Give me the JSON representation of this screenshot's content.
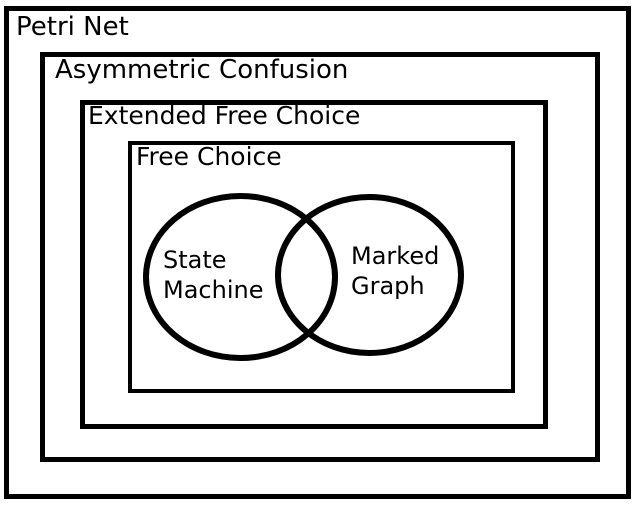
{
  "diagram": {
    "description": "Nested class hierarchy of Petri net subclasses",
    "colors": {
      "stroke": "#000000",
      "background": "#ffffff"
    },
    "nested_sets": [
      {
        "id": "petri-net",
        "label": "Petri Net"
      },
      {
        "id": "asymmetric-confusion",
        "label": "Asymmetric Confusion"
      },
      {
        "id": "extended-free-choice",
        "label": "Extended Free Choice"
      },
      {
        "id": "free-choice",
        "label": "Free Choice"
      }
    ],
    "overlapping_sets": [
      {
        "id": "state-machine",
        "label": "State Machine",
        "label_lines": [
          "State",
          "Machine"
        ]
      },
      {
        "id": "marked-graph",
        "label": "Marked Graph",
        "label_lines": [
          "Marked",
          "Graph"
        ]
      }
    ]
  }
}
